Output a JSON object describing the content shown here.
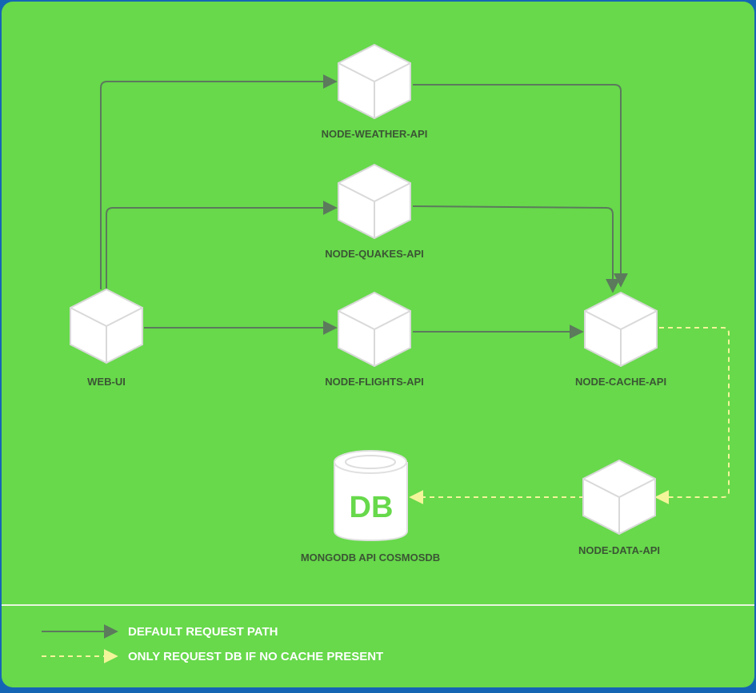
{
  "colors": {
    "background": "#67d94b",
    "frame": "#1565b5",
    "default_line": "#5c7a5c",
    "dashed_line": "#f3f59a",
    "node_fill": "#ffffff",
    "node_edge": "#dddddd",
    "label": "#3b5534",
    "legend_text": "#ffffff",
    "db_text": "#67d94b"
  },
  "nodes": {
    "web_ui": {
      "label": "WEB-UI",
      "icon": "cube-icon"
    },
    "weather_api": {
      "label": "NODE-WEATHER-API",
      "icon": "cube-icon"
    },
    "quakes_api": {
      "label": "NODE-QUAKES-API",
      "icon": "cube-icon"
    },
    "flights_api": {
      "label": "NODE-FLIGHTS-API",
      "icon": "cube-icon"
    },
    "cache_api": {
      "label": "NODE-CACHE-API",
      "icon": "cube-icon"
    },
    "data_api": {
      "label": "NODE-DATA-API",
      "icon": "cube-icon"
    },
    "database": {
      "label": "MONGODB API COSMOSDB",
      "icon_text": "DB",
      "icon": "database-icon"
    }
  },
  "edges": [
    {
      "from": "web_ui",
      "to": "weather_api",
      "style": "default"
    },
    {
      "from": "web_ui",
      "to": "quakes_api",
      "style": "default"
    },
    {
      "from": "web_ui",
      "to": "flights_api",
      "style": "default"
    },
    {
      "from": "weather_api",
      "to": "cache_api",
      "style": "default"
    },
    {
      "from": "quakes_api",
      "to": "cache_api",
      "style": "default"
    },
    {
      "from": "flights_api",
      "to": "cache_api",
      "style": "default"
    },
    {
      "from": "cache_api",
      "to": "data_api",
      "style": "dashed"
    },
    {
      "from": "data_api",
      "to": "database",
      "style": "dashed"
    }
  ],
  "legend": {
    "default": "DEFAULT REQUEST PATH",
    "dashed": "ONLY REQUEST DB IF NO CACHE PRESENT"
  }
}
